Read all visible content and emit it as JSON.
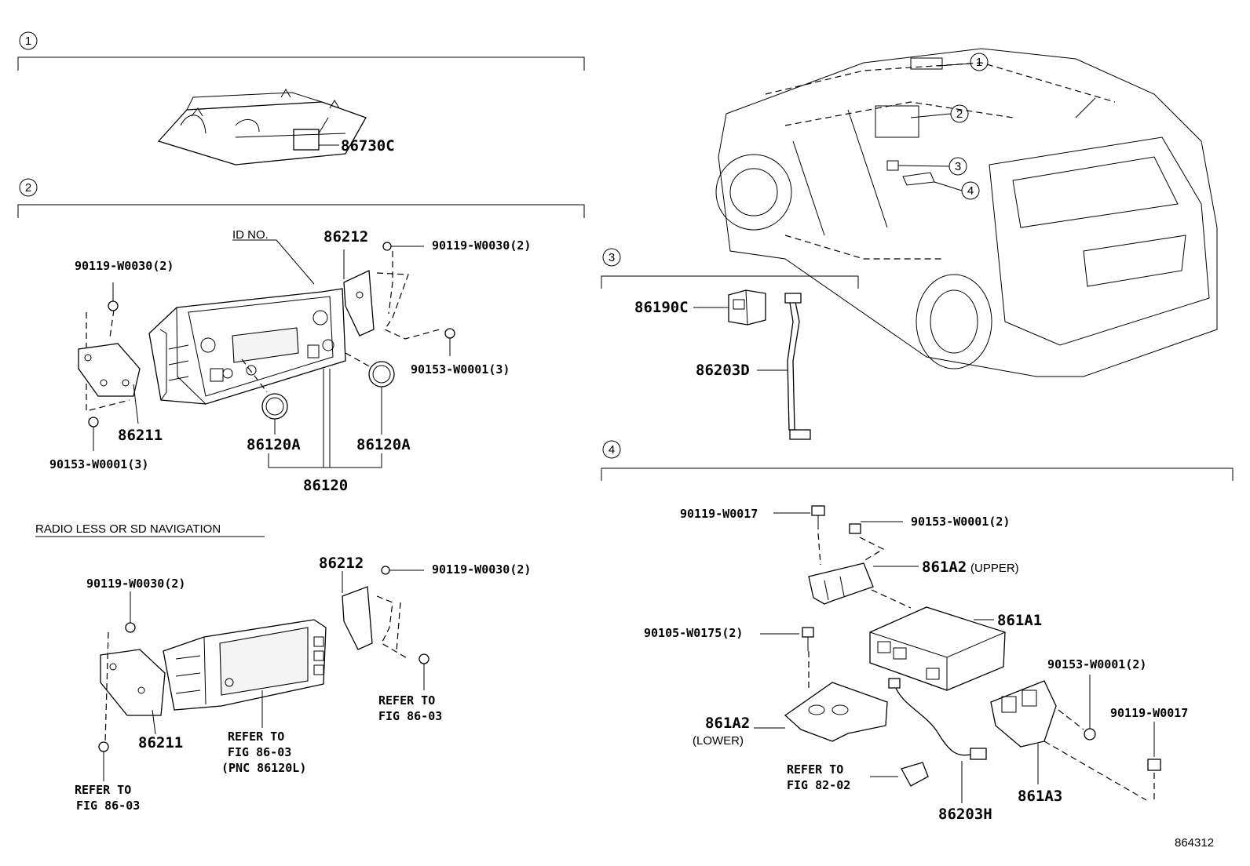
{
  "sections": {
    "s1": "1",
    "s2": "2",
    "s3": "3",
    "s4": "4"
  },
  "car_callouts": [
    "1",
    "2",
    "3",
    "4"
  ],
  "sec1": {
    "part": "86730C"
  },
  "sec2": {
    "id_no": "ID NO.",
    "p86212": "86212",
    "screw_tr": "90119-W0030(2)",
    "screw_tl": "90119-W0030(2)",
    "bolt_r": "90153-W0001(3)",
    "bolt_l": "90153-W0001(3)",
    "p86211": "86211",
    "knob_l": "86120A",
    "knob_r": "86120A",
    "p86120": "86120"
  },
  "radio_less": {
    "heading": "RADIO LESS OR SD NAVIGATION",
    "p86212": "86212",
    "screw_tr": "90119-W0030(2)",
    "screw_tl": "90119-W0030(2)",
    "refer_r1": "REFER TO",
    "refer_r2": "FIG 86-03",
    "p86211": "86211",
    "refer_c1": "REFER TO",
    "refer_c2": "FIG 86-03",
    "refer_c3": "(PNC 86120L)",
    "refer_b1": "REFER TO",
    "refer_b2": "FIG 86-03"
  },
  "sec3": {
    "p86190C": "86190C",
    "p86203D": "86203D"
  },
  "sec4": {
    "bolt_top": "90119-W0017",
    "bolt_top_r": "90153-W0001(2)",
    "upper_part": "861A2",
    "upper_note": "(UPPER)",
    "p861A1": "861A1",
    "bolt_mid": "90105-W0175(2)",
    "bolt_r": "90153-W0001(2)",
    "bolt_far_r": "90119-W0017",
    "lower_part": "861A2",
    "lower_note": "(LOWER)",
    "refer1": "REFER TO",
    "refer2": "FIG 82-02",
    "p86203H": "86203H",
    "p861A3": "861A3"
  },
  "figure_no": "864312"
}
